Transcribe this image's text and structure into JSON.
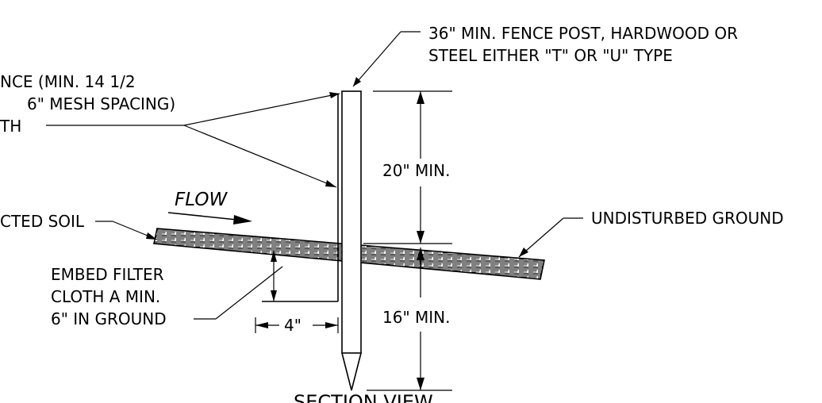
{
  "callouts": {
    "post_line1": "36\" MIN. FENCE POST, HARDWOOD OR",
    "post_line2": "STEEL EITHER \"T\" OR \"U\" TYPE",
    "fence_line1": "NCE (MIN. 14 1/2",
    "fence_line2": "6\" MESH SPACING)",
    "fence_line3": "TH",
    "soil": "CTED SOIL",
    "ground": "UNDISTURBED GROUND",
    "embed_line1": "EMBED FILTER",
    "embed_line2": "CLOTH A MIN.",
    "embed_line3": "6\" IN GROUND"
  },
  "dimensions": {
    "above": "20\" MIN.",
    "below": "16\" MIN.",
    "offset": "4\""
  },
  "flow_label": "FLOW",
  "section_title": "SECTION VIEW"
}
